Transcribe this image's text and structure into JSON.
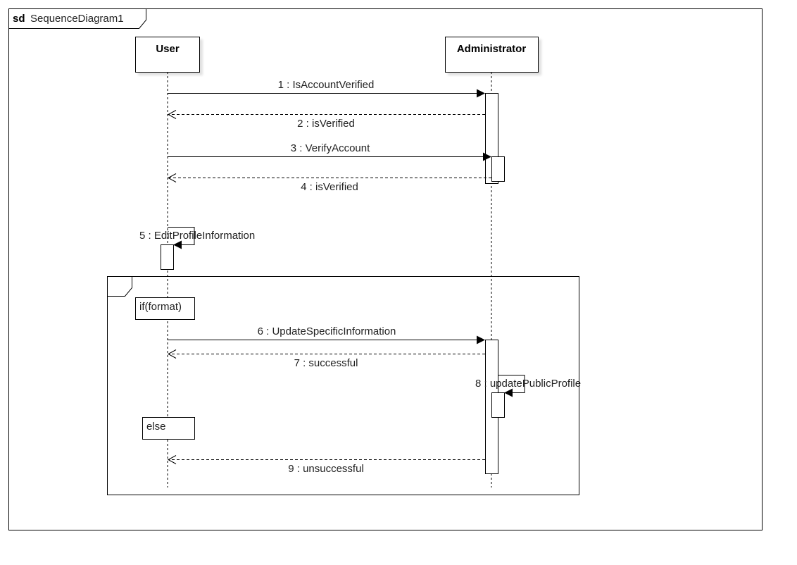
{
  "frame": {
    "keyword": "sd",
    "title": "SequenceDiagram1"
  },
  "lifelines": [
    {
      "id": "user",
      "name": "User"
    },
    {
      "id": "admin",
      "name": "Administrator"
    }
  ],
  "messages": [
    {
      "label": "1 : IsAccountVerified",
      "kind": "sync",
      "from": "user",
      "to": "admin"
    },
    {
      "label": "2 : isVerified",
      "kind": "reply",
      "from": "admin",
      "to": "user"
    },
    {
      "label": "3 : VerifyAccount",
      "kind": "sync",
      "from": "user",
      "to": "admin"
    },
    {
      "label": "4 : isVerified",
      "kind": "reply",
      "from": "admin",
      "to": "user"
    },
    {
      "label": "5 : EditProfileInformation",
      "kind": "self",
      "from": "user",
      "to": "user"
    },
    {
      "label": "6 : UpdateSpecificInformation",
      "kind": "sync",
      "from": "user",
      "to": "admin"
    },
    {
      "label": "7 : successful",
      "kind": "reply",
      "from": "admin",
      "to": "user"
    },
    {
      "label": "8 : updatePublicProfile",
      "kind": "self",
      "from": "admin",
      "to": "admin"
    },
    {
      "label": "9 : unsuccessful",
      "kind": "reply",
      "from": "admin",
      "to": "user"
    }
  ],
  "fragment": {
    "guards": [
      "if(format)",
      "else"
    ]
  }
}
